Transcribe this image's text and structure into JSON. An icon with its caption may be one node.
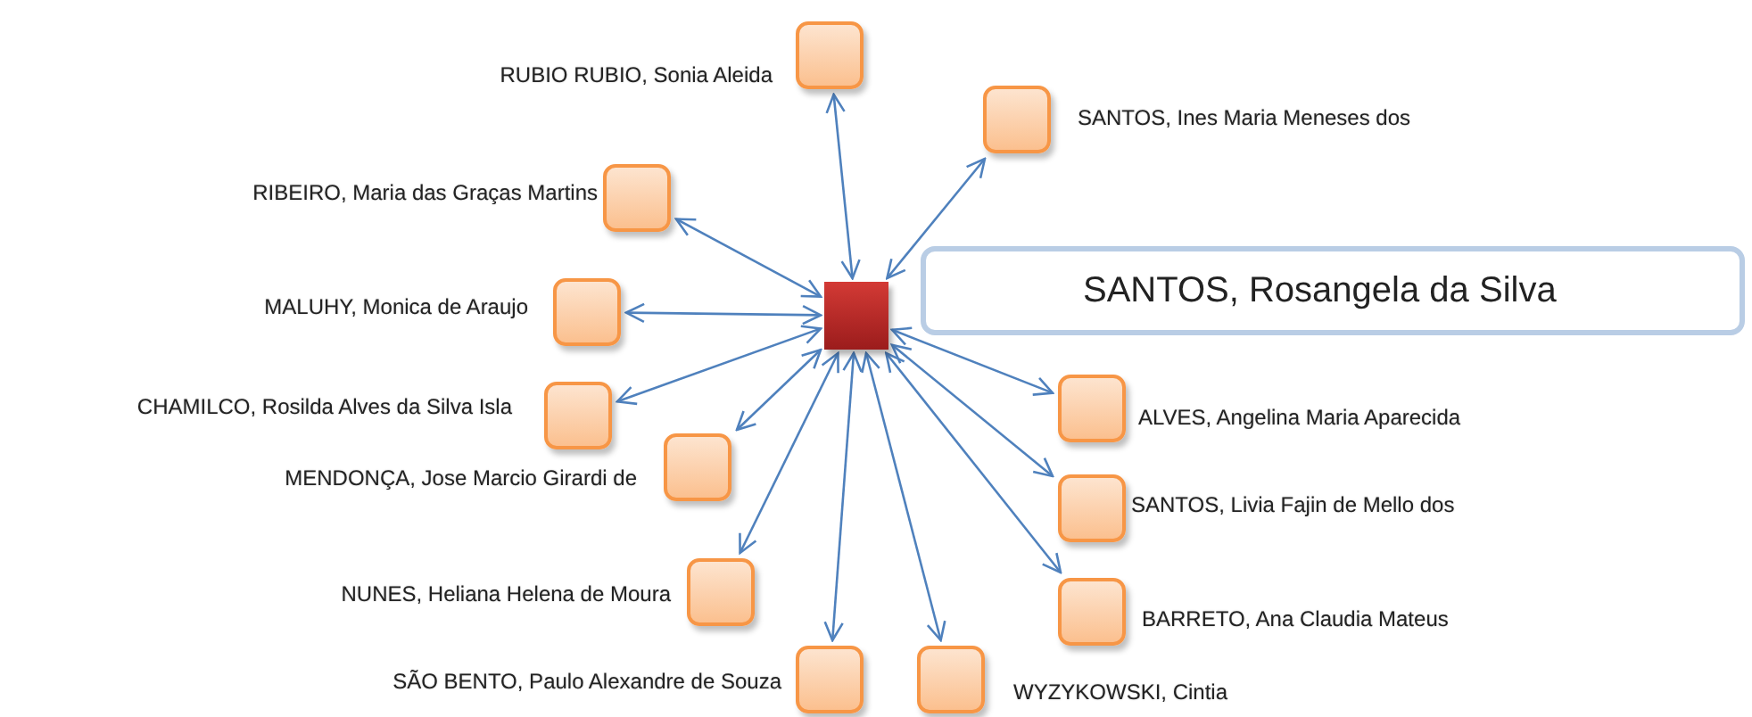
{
  "diagram": {
    "nodes": [
      {
        "text": [],
        "shape": "box"
      },
      {
        "text": [
          "SANTOS, Rosangela da Silva"
        ]
      },
      {
        "text": [],
        "shape": "box",
        "beside": [
          "RUBIO RUBIO, Sonia Aleida"
        ]
      },
      {
        "text": [],
        "shape": "box",
        "beside": [
          "SANTOS, Ines Maria Meneses dos"
        ]
      },
      {
        "text": [],
        "shape": "box",
        "beside": [
          "RIBEIRO, Maria das Graças Martins"
        ]
      },
      {
        "text": [],
        "shape": "box",
        "beside": [
          "MALUHY, Monica de Araujo"
        ]
      },
      {
        "text": [],
        "shape": "box",
        "beside": [
          "CHAMILCO, Rosilda Alves da Silva Isla"
        ]
      },
      {
        "text": [],
        "shape": "box",
        "beside": [
          "ALVES, Angelina Maria Aparecida"
        ]
      },
      {
        "text": [],
        "shape": "box",
        "beside": [
          "MENDONÇA, Jose Marcio Girardi de"
        ]
      },
      {
        "text": [],
        "shape": "box",
        "beside": [
          "SANTOS, Livia Fajin de Mello dos"
        ]
      },
      {
        "text": [],
        "shape": "box",
        "beside": [
          "NUNES, Heliana Helena de Moura"
        ]
      },
      {
        "text": [],
        "shape": "box",
        "beside": [
          "BARRETO, Ana Claudia Mateus"
        ]
      },
      {
        "text": [],
        "shape": "box",
        "beside": [
          "SÃO BENTO, Paulo Alexandre de Souza"
        ]
      },
      {
        "text": [],
        "shape": "box",
        "beside": [
          "WYZYKOWSKI, Cintia"
        ]
      }
    ],
    "edges": [
      {
        "from": 0,
        "to": 2,
        "arrow": "both"
      },
      {
        "from": 0,
        "to": 3,
        "arrow": "both"
      },
      {
        "from": 0,
        "to": 4,
        "arrow": "both"
      },
      {
        "from": 0,
        "to": 5,
        "arrow": "both"
      },
      {
        "from": 0,
        "to": 6,
        "arrow": "both"
      },
      {
        "from": 0,
        "to": 7,
        "arrow": "both"
      },
      {
        "from": 0,
        "to": 8,
        "arrow": "both"
      },
      {
        "from": 0,
        "to": 9,
        "arrow": "both"
      },
      {
        "from": 0,
        "to": 10,
        "arrow": "both"
      },
      {
        "from": 0,
        "to": 11,
        "arrow": "both"
      },
      {
        "from": 0,
        "to": 12,
        "arrow": "both"
      },
      {
        "from": 0,
        "to": 13,
        "arrow": "both"
      }
    ]
  }
}
